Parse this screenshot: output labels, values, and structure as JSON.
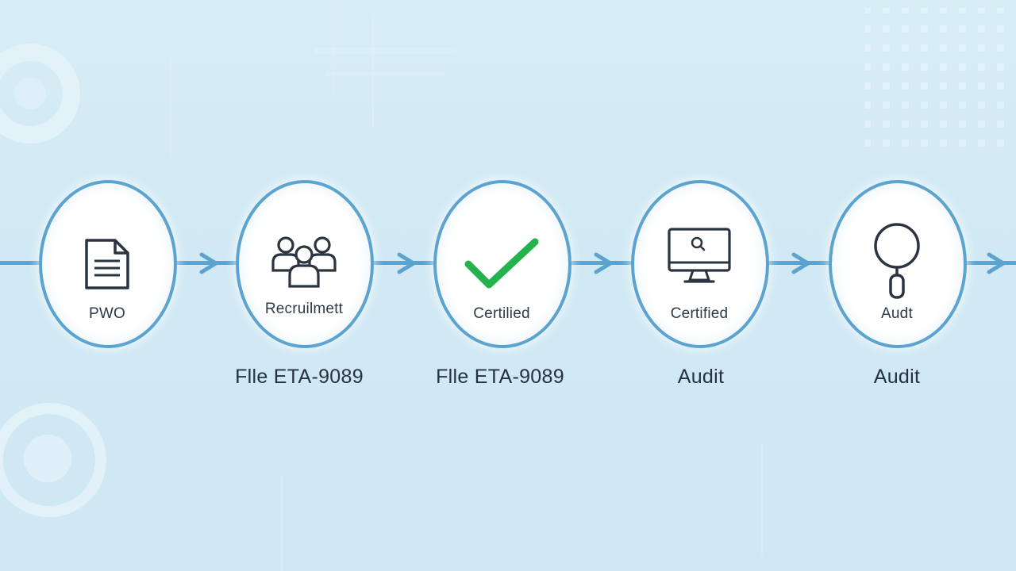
{
  "colors": {
    "background": "#d3eaf5",
    "connector": "#5ca3d0",
    "circle_fill": "#ffffff",
    "check": "#22b34c",
    "icon_stroke": "#2b3440",
    "text": "#2d3b48"
  },
  "flow": {
    "steps": [
      {
        "icon": "document-icon",
        "label": "PWO"
      },
      {
        "icon": "people-group-icon",
        "label": "Recruilmett"
      },
      {
        "icon": "checkmark-icon",
        "label": "Certilied"
      },
      {
        "icon": "monitor-search-icon",
        "label": "Certified"
      },
      {
        "icon": "magnifier-icon",
        "label": "Audt"
      }
    ],
    "captions": [
      "Flle ETA-9089",
      "Flle ETA-9089",
      "Audit",
      "Audit"
    ]
  }
}
